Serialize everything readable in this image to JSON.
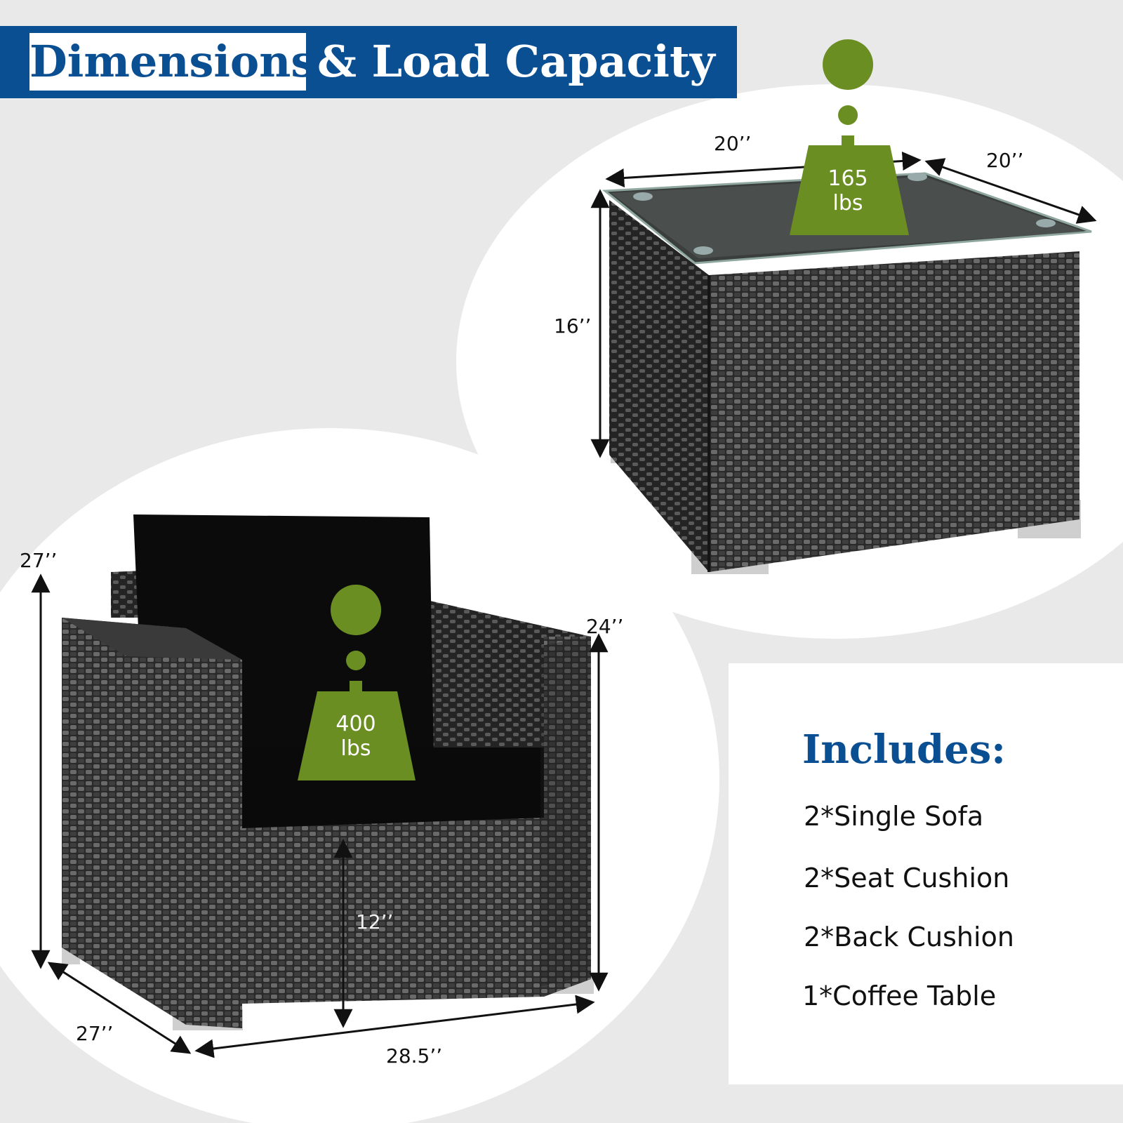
{
  "banner": {
    "title_word1": "Dimensions",
    "title_word2": "& Load Capacity",
    "color": "#0b4f93"
  },
  "table": {
    "width_label": "20’’",
    "depth_label": "20’’",
    "height_label": "16’’",
    "load_value": "165",
    "load_unit": "lbs"
  },
  "sofa": {
    "height_label": "27’’",
    "arm_height_label": "24’’",
    "depth_label": "27’’",
    "width_label": "28.5’’",
    "seat_height_label": "12’’",
    "load_value": "400",
    "load_unit": "lbs"
  },
  "includes": {
    "title": "Includes:",
    "items": [
      "2*Single Sofa",
      "2*Seat Cushion",
      "2*Back Cushion",
      "1*Coffee Table"
    ]
  },
  "colors": {
    "weight_icon": "#6b8e23",
    "background": "#e9e9e9",
    "wicker": "#2e2e2e",
    "cushion": "#080808"
  }
}
